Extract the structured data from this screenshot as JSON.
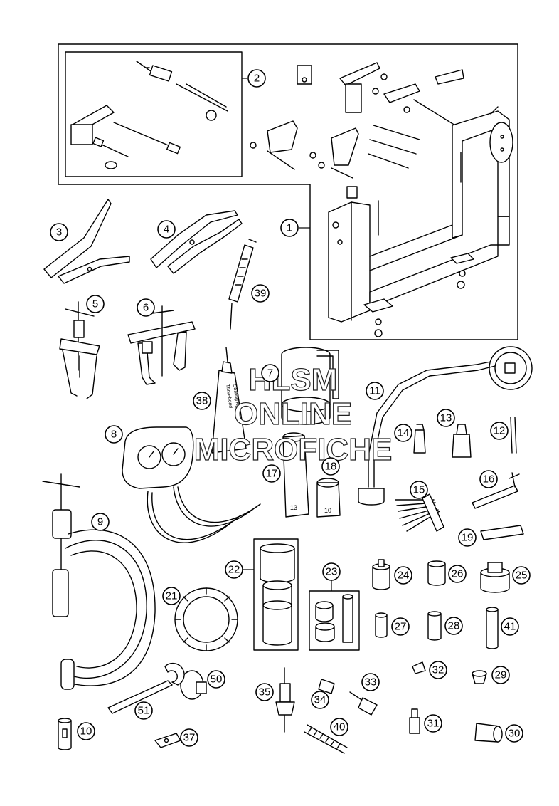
{
  "watermark": {
    "line1": "HLSM",
    "line2": "ONLINE",
    "line3": "MICROFICHE"
  },
  "socket_labels": {
    "s17": "13",
    "s18": "10"
  },
  "tube_lines": [
    "Threebond",
    "Sealing Agent"
  ],
  "callouts": {
    "c1": "1",
    "c2": "2",
    "c3": "3",
    "c4": "4",
    "c5": "5",
    "c6": "6",
    "c7": "7",
    "c8": "8",
    "c9": "9",
    "c10": "10",
    "c11": "11",
    "c12": "12",
    "c13": "13",
    "c14": "14",
    "c15": "15",
    "c16": "16",
    "c17": "17",
    "c18": "18",
    "c19": "19",
    "c21": "21",
    "c22": "22",
    "c23": "23",
    "c24": "24",
    "c25": "25",
    "c26": "26",
    "c27": "27",
    "c28": "28",
    "c29": "29",
    "c30": "30",
    "c31": "31",
    "c32": "32",
    "c33": "33",
    "c34": "34",
    "c35": "35",
    "c37": "37",
    "c38": "38",
    "c39": "39",
    "c40": "40",
    "c41": "41",
    "c50": "50",
    "c51": "51"
  }
}
